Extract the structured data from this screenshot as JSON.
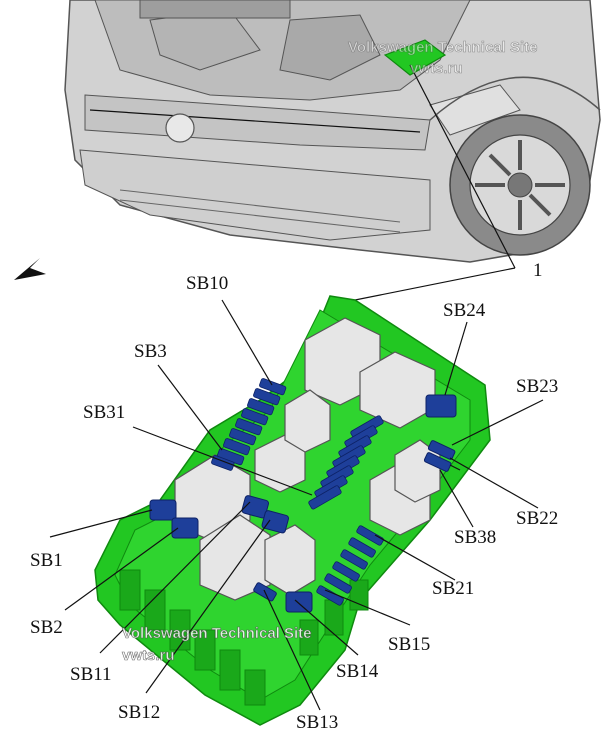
{
  "callout_main": "1",
  "labels": {
    "sb10": "SB10",
    "sb3": "SB3",
    "sb31": "SB31",
    "sb24": "SB24",
    "sb23": "SB23",
    "sb1": "SB1",
    "sb2": "SB2",
    "sb11": "SB11",
    "sb12": "SB12",
    "sb13": "SB13",
    "sb14": "SB14",
    "sb15": "SB15",
    "sb21": "SB21",
    "sb38": "SB38",
    "sb22": "SB22"
  },
  "watermark": {
    "line1": "Volkswagen Technical Site",
    "line2": "vwts.ru"
  },
  "colors": {
    "housing": "#22c722",
    "housing_dark": "#0f8a0f",
    "fuse_blue": "#1e3f9a",
    "relay": "#e6e6e6",
    "car_body": "#d2d2d2"
  }
}
